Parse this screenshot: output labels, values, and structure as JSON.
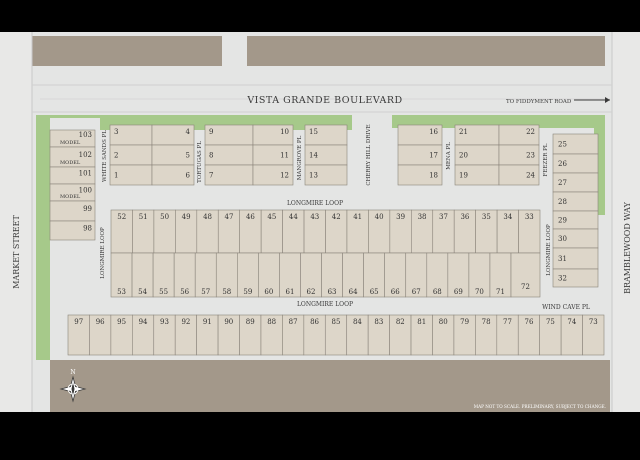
{
  "map": {
    "streets": {
      "vista_grande": "VISTA GRANDE BOULEVARD",
      "fiddyment": "TO FIDDYMENT ROAD",
      "market": "MARKET STREET",
      "bramblewood": "BRAMBLEWOOD WAY",
      "white_sands": "WHITE SANDS PL",
      "tortugas": "TORTUGAS PL",
      "mangrove": "MANGROVE PL",
      "cherry_hill": "CHERRY HILL DRIVE",
      "mena": "MENA PL",
      "feezer": "FEEZER PL",
      "longmire_top": "LONGMIRE LOOP",
      "longmire_bottom": "LONGMIRE LOOP",
      "longmire_left": "LONGMIRE LOOP",
      "longmire_right": "LONGMIRE LOOP",
      "wind_cave": "WIND CAVE PL"
    },
    "model_label": "MODEL",
    "north_label": "N",
    "disclaimer": "MAP NOT TO SCALE. PRELIMINARY, SUBJECT TO CHANGE.",
    "lots": {
      "white_sands_east": [
        "3",
        "2",
        "1"
      ],
      "tortugas_west": [
        "4",
        "5",
        "6"
      ],
      "tortugas_east": [
        "9",
        "8",
        "7"
      ],
      "mangrove_west": [
        "10",
        "11",
        "12"
      ],
      "mangrove_east": [
        "15",
        "14",
        "13"
      ],
      "mena_west": [
        "16",
        "17",
        "18"
      ],
      "mena_east": [
        "21",
        "20",
        "19"
      ],
      "feezer_west": [
        "22",
        "23",
        "24"
      ],
      "east_column": [
        "25",
        "26",
        "27",
        "28",
        "29",
        "30",
        "31",
        "32"
      ],
      "west_column": [
        "103",
        "102",
        "101",
        "100",
        "99",
        "98"
      ],
      "model_lots": [
        "103",
        "102",
        "100"
      ],
      "inner_top": [
        "52",
        "51",
        "50",
        "49",
        "48",
        "47",
        "46",
        "45",
        "44",
        "43",
        "42",
        "41",
        "40",
        "39",
        "38",
        "37",
        "36",
        "35",
        "34",
        "33"
      ],
      "inner_bottom": [
        "53",
        "54",
        "55",
        "56",
        "57",
        "58",
        "59",
        "60",
        "61",
        "62",
        "63",
        "64",
        "65",
        "66",
        "67",
        "68",
        "69",
        "70",
        "71"
      ],
      "inner_end": "72",
      "south_row": [
        "97",
        "96",
        "95",
        "94",
        "93",
        "92",
        "91",
        "90",
        "89",
        "88",
        "87",
        "86",
        "85",
        "84",
        "83",
        "82",
        "81",
        "80",
        "79",
        "78",
        "77",
        "76",
        "75",
        "74",
        "73"
      ]
    },
    "colors": {
      "lot_fill": "#ddd6c9",
      "lot_stroke": "#8a847b",
      "road": "#e4e5e4",
      "green": "#a6c98a",
      "parcel": "#a3988a",
      "background": "#000000"
    },
    "icons": {
      "arrow": "arrow-right-icon",
      "compass": "compass-rose-icon"
    }
  }
}
